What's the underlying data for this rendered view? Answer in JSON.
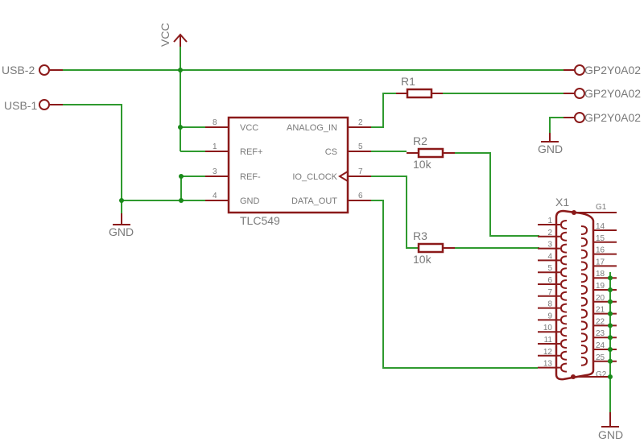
{
  "schematic": {
    "supply": {
      "vcc": "VCC",
      "gnd": "GND"
    },
    "ports": [
      {
        "id": "usb2",
        "label": "USB-2"
      },
      {
        "id": "usb1",
        "label": "USB-1"
      },
      {
        "id": "gp1",
        "label": "GP2Y0A02"
      },
      {
        "id": "gp2",
        "label": "GP2Y0A02"
      },
      {
        "id": "gp3",
        "label": "GP2Y0A02"
      }
    ],
    "ic": {
      "name": "TLC549",
      "pins_left": [
        {
          "num": "8",
          "name": "VCC"
        },
        {
          "num": "1",
          "name": "REF+"
        },
        {
          "num": "3",
          "name": "REF-"
        },
        {
          "num": "4",
          "name": "GND"
        }
      ],
      "pins_right": [
        {
          "num": "2",
          "name": "ANALOG_IN"
        },
        {
          "num": "5",
          "name": "CS"
        },
        {
          "num": "7",
          "name": "IO_CLOCK"
        },
        {
          "num": "6",
          "name": "DATA_OUT"
        }
      ]
    },
    "resistors": [
      {
        "ref": "R1",
        "value": ""
      },
      {
        "ref": "R2",
        "value": "10k"
      },
      {
        "ref": "R3",
        "value": "10k"
      }
    ],
    "connector": {
      "ref": "X1",
      "left_pins": [
        "1",
        "2",
        "3",
        "4",
        "5",
        "6",
        "7",
        "8",
        "9",
        "10",
        "11",
        "12",
        "13"
      ],
      "right_pins": [
        "14",
        "15",
        "16",
        "17",
        "18",
        "19",
        "20",
        "21",
        "22",
        "23",
        "24",
        "25"
      ],
      "shield_top": "G1",
      "shield_bottom": "G2"
    }
  }
}
